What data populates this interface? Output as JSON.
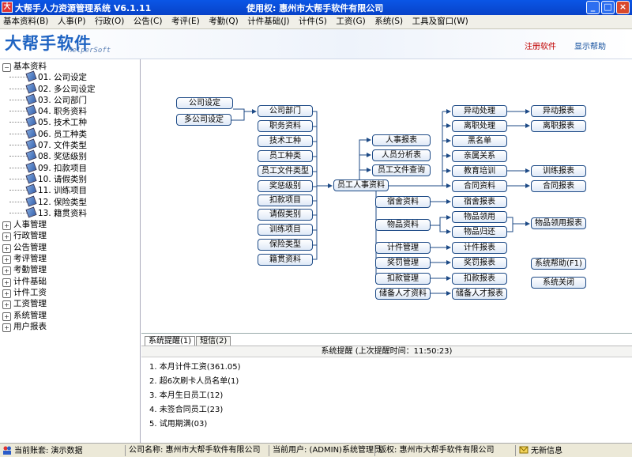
{
  "window": {
    "title": "大帮手人力资源管理系统 V6.1.11",
    "licensee": "使用权: 惠州市大帮手软件有限公司",
    "buttons": {
      "minimize": "_",
      "maximize": "□",
      "close": "×"
    }
  },
  "menu": [
    "基本资料(B)",
    "人事(P)",
    "行政(O)",
    "公告(C)",
    "考评(E)",
    "考勤(Q)",
    "计件基础(J)",
    "计件(S)",
    "工资(G)",
    "系统(S)",
    "工具及窗口(W)"
  ],
  "banner": {
    "logo": "大帮手软件",
    "logo_sub": "HelperSoft",
    "register_link": "注册软件",
    "help_link": "显示帮助"
  },
  "tree": {
    "root_open": "基本资料",
    "children": [
      "01. 公司设定",
      "02. 多公司设定",
      "03. 公司部门",
      "04. 职务资料",
      "05. 技术工种",
      "06. 员工种类",
      "07. 文件类型",
      "08. 奖惩级别",
      "09. 扣款项目",
      "10. 请假类别",
      "11. 训练项目",
      "12. 保险类型",
      "13. 籍贯资料"
    ],
    "other_roots": [
      "人事管理",
      "行政管理",
      "公告管理",
      "考评管理",
      "考勤管理",
      "计件基础",
      "计件工资",
      "工资管理",
      "系统管理",
      "用户报表"
    ]
  },
  "flow": {
    "company_setup": "公司设定",
    "multi_company": "多公司设定",
    "base_items": [
      "公司部门",
      "职务资料",
      "技术工种",
      "员工种类",
      "员工文件类型",
      "奖惩级别",
      "扣款项目",
      "请假类别",
      "训练项目",
      "保险类型",
      "籍贯资料"
    ],
    "employee_data": "员工人事资料",
    "personnel_reports": [
      "人事报表",
      "人员分析表",
      "员工文件查询"
    ],
    "hr_actions": [
      "异动处理",
      "离职处理",
      "黑名单",
      "亲属关系",
      "教育培训",
      "合同资料"
    ],
    "hr_reports": [
      "异动报表",
      "离职报表",
      "训练报表",
      "合同报表"
    ],
    "dorm": "宿舍资料",
    "dorm_report": "宿舍报表",
    "goods": "物品资料",
    "goods_receive": "物品领用",
    "goods_return": "物品归还",
    "goods_report": "物品领用报表",
    "piecework": "计件管理",
    "piecework_report": "计件报表",
    "reward": "奖罚管理",
    "reward_report": "奖罚报表",
    "deduct": "扣款管理",
    "deduct_report": "扣款报表",
    "reserve": "储备人才资料",
    "reserve_report": "储备人才报表",
    "sys_help": "系统帮助(F1)",
    "sys_exit": "系统关闭"
  },
  "notice": {
    "tabs": [
      "系统提醒(1)",
      "短信(2)"
    ],
    "header": "系统提醒 (上次提醒时间：11:50:23)",
    "items": [
      "1. 本月计件工资(361.05)",
      "2. 超6次刷卡人员名单(1)",
      "3. 本月生日员工(12)",
      "4. 未签合同员工(23)",
      "5. 试用期满(03)"
    ]
  },
  "status": {
    "account": "当前账套: 演示数据",
    "company": "公司名称: 惠州市大帮手软件有限公司",
    "user": "当前用户: (ADMIN)系统管理员",
    "copyright": "版权: 惠州市大帮手软件有限公司",
    "message": "无新信息"
  }
}
